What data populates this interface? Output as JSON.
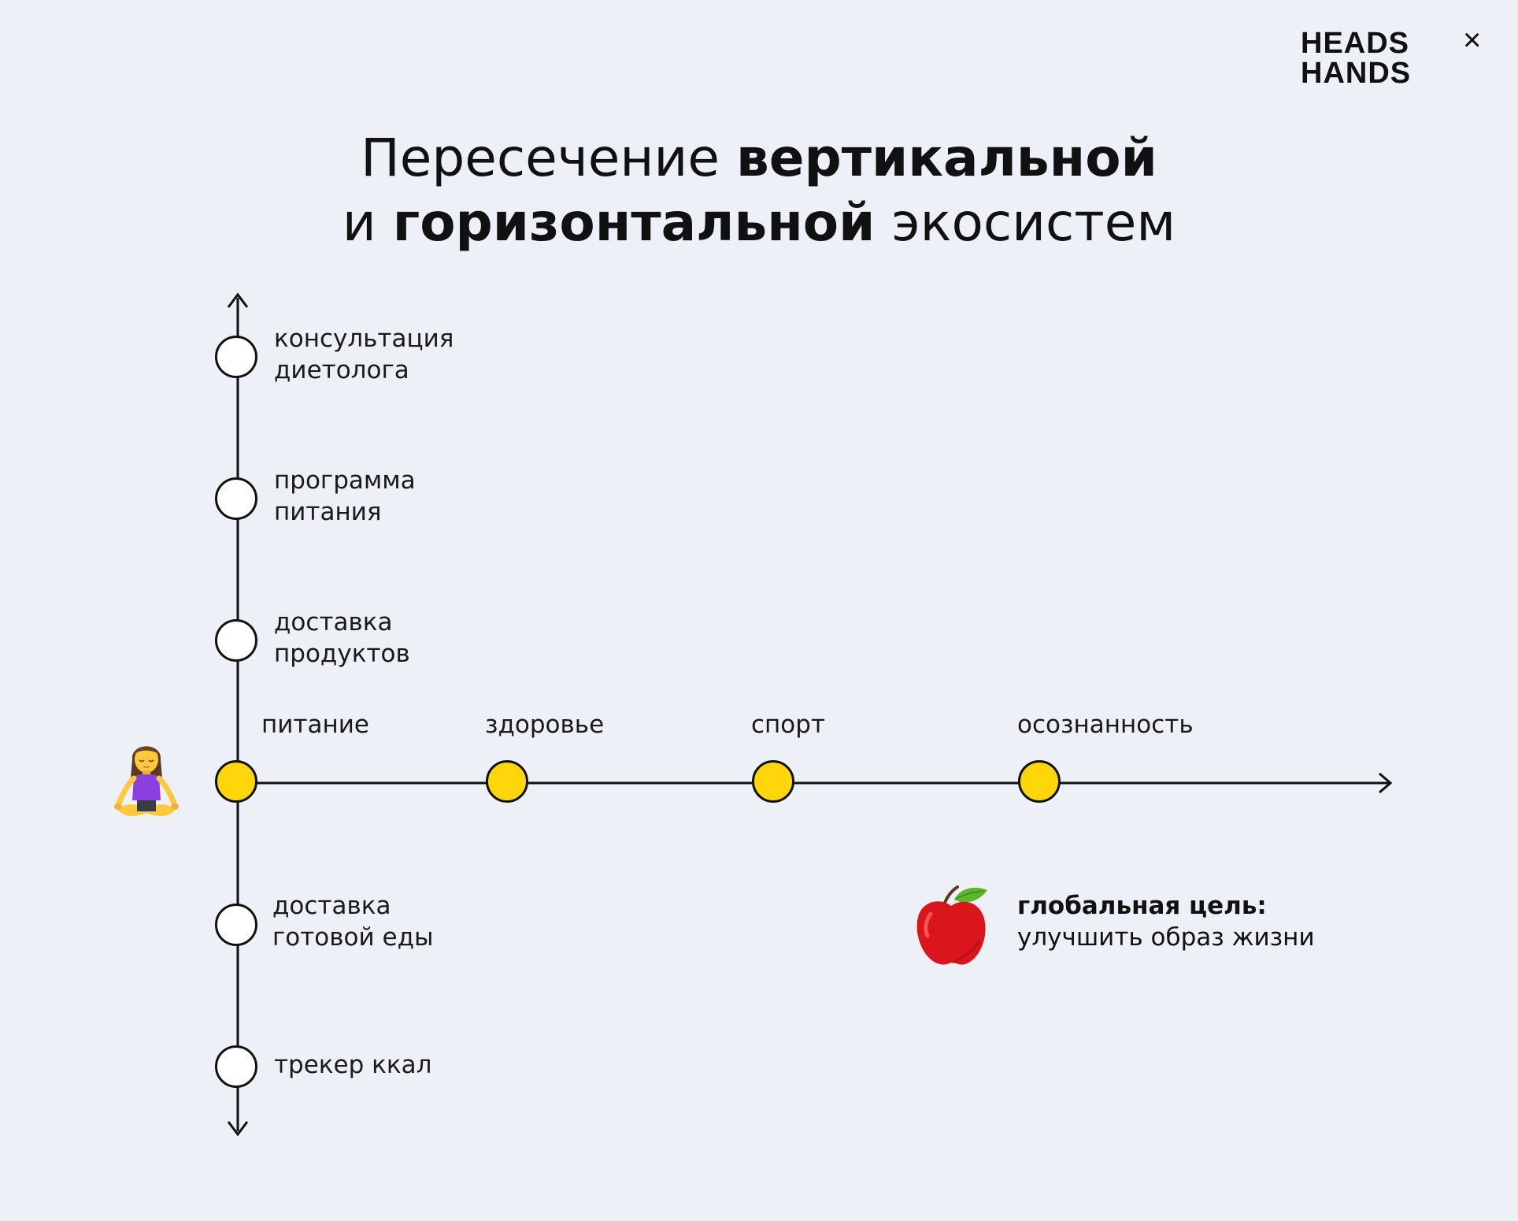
{
  "logo": {
    "line1": "HEADS",
    "line2": "HANDS",
    "mark": "×"
  },
  "title": {
    "line1_regular": "Пересечение ",
    "line1_bold": "вертикальной",
    "line2_regular_start": "и ",
    "line2_bold": "горизонтальной",
    "line2_regular_end": " экосистем"
  },
  "vertical_items_above": [
    {
      "line1": "консультация",
      "line2": "диетолога"
    },
    {
      "line1": "программа",
      "line2": "питания"
    },
    {
      "line1": "доставка",
      "line2": "продуктов"
    }
  ],
  "vertical_items_below": [
    {
      "line1": "доставка",
      "line2": "готовой еды"
    },
    {
      "line1": "трекер ккал",
      "line2": ""
    }
  ],
  "horizontal_items": [
    "питание",
    "здоровье",
    "спорт",
    "осознанность"
  ],
  "goal": {
    "title": "глобальная цель:",
    "text": "улучшить образ жизни"
  },
  "icons": {
    "person": "person-in-lotus-position-icon",
    "apple": "red-apple-icon"
  },
  "colors": {
    "background": "#edf0f6",
    "node_white": "#ffffff",
    "node_yellow": "#ffd60a",
    "line": "#111111"
  }
}
